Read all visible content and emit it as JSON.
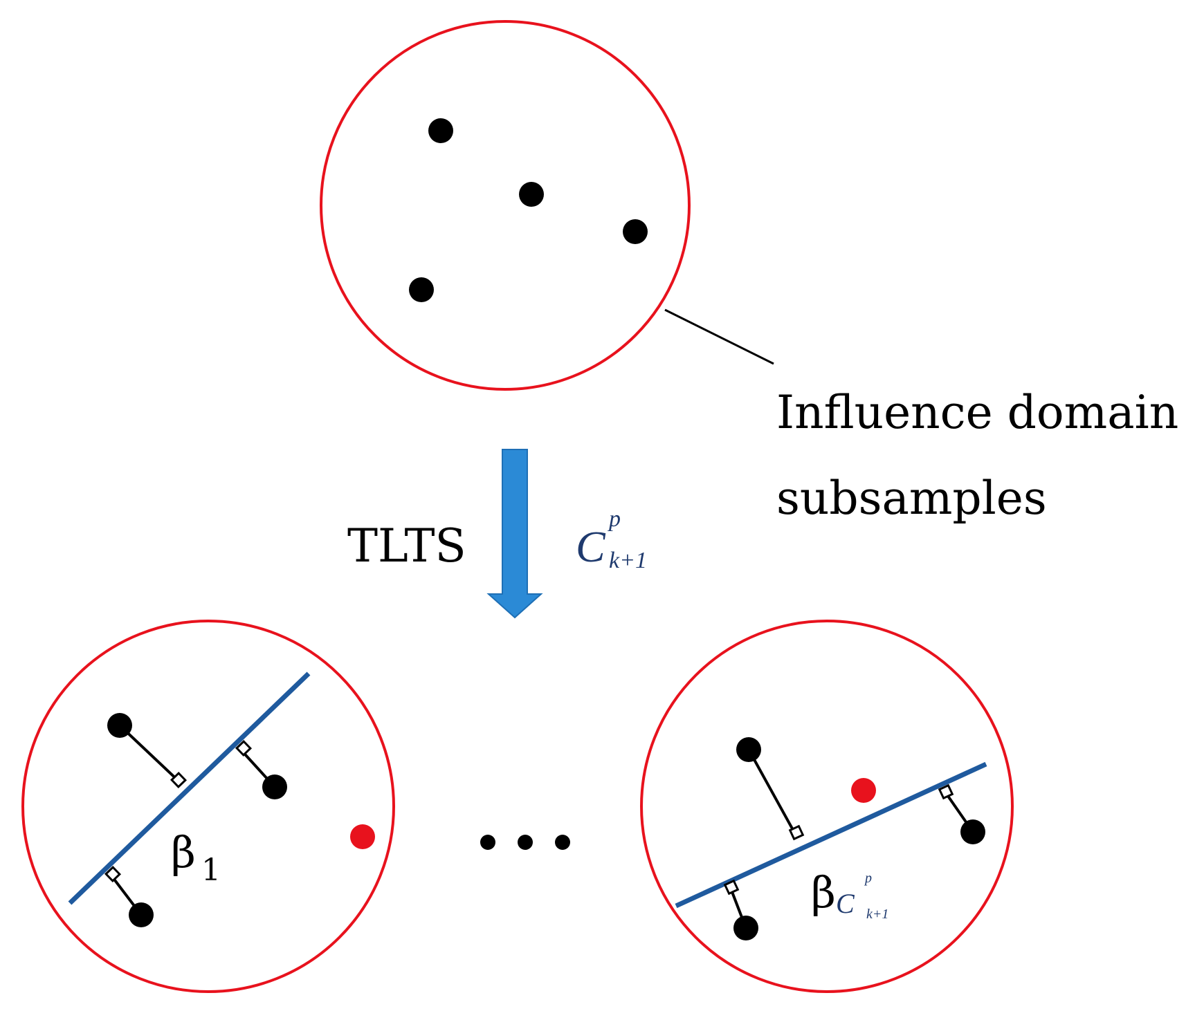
{
  "labels": {
    "influence_domain_line1": "Influence domain",
    "influence_domain_line2": "subsamples",
    "method": "TLTS",
    "combination": {
      "base": "C",
      "superscript": "p",
      "subscript": "k+1"
    },
    "beta_first": {
      "symbol": "β",
      "subscript": "1"
    },
    "beta_last": {
      "symbol": "β",
      "sub_base": "C",
      "sub_superscript": "p",
      "sub_subscript": "k+1"
    },
    "ellipsis": "…"
  },
  "colors": {
    "domain_circle": "#e8121d",
    "data_point": "#000000",
    "excluded_point": "#e8121d",
    "fit_line": "#1f5a9e",
    "arrow": "#2b8ad6",
    "math_label": "#1f3a6e"
  },
  "icons": {
    "arrow": "down-arrow-icon"
  }
}
